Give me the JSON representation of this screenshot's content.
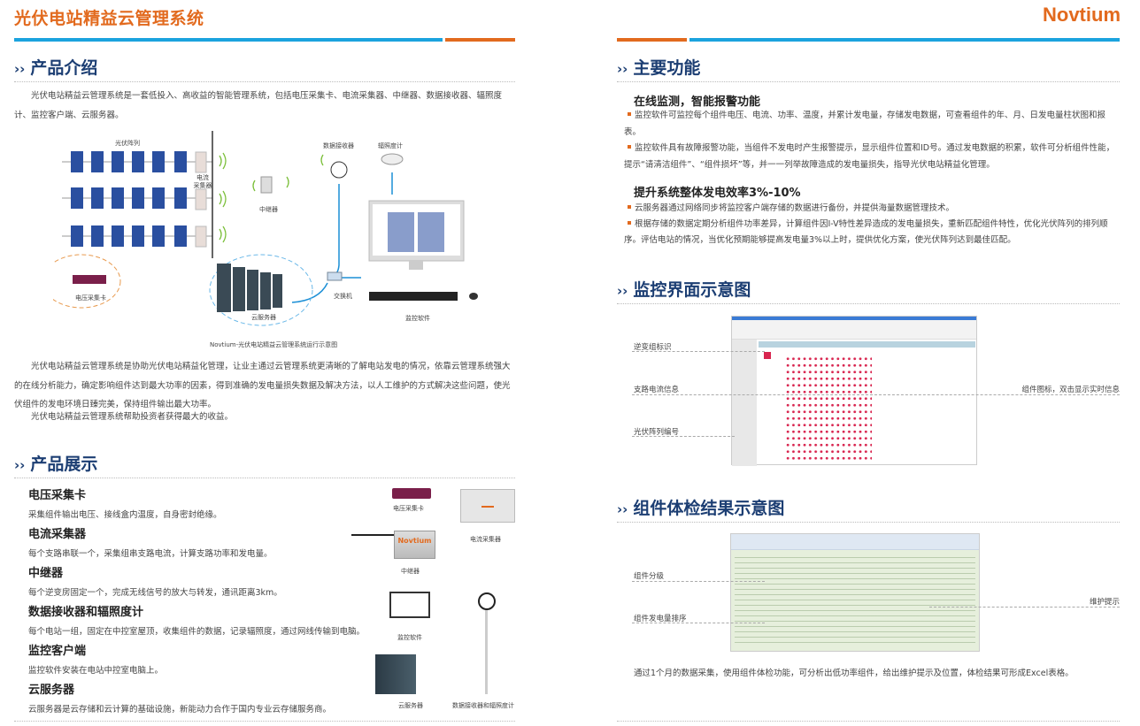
{
  "header": {
    "title": "光伏电站精益云管理系统",
    "logo": "Novtium"
  },
  "left": {
    "intro": {
      "heading": "产品介绍",
      "para1": "光伏电站精益云管理系统是一套低投入、高收益的智能管理系统，包括电压采集卡、电流采集器、中继器、数据接收器、辐照度计、监控客户端、云服务器。",
      "para2": "光伏电站精益云管理系统是协助光伏电站精益化管理，让业主通过云管理系统更清晰的了解电站发电的情况，依靠云管理系统强大的在线分析能力，确定影响组件达到最大功率的因素，得到准确的发电量损失数据及解决方法，以人工维护的方式解决这些问题，使光伏组件的发电环境日臻完美，保持组件输出最大功率。",
      "para3": "光伏电站精益云管理系统帮助投资者获得最大的收益。"
    },
    "diagram": {
      "pv_array": "光伏阵列",
      "current_collector": "电流\n采集器",
      "repeater": "中继器",
      "data_receiver": "数据接收器",
      "irradiance_meter": "辐照度计",
      "voltage_card": "电压采集卡",
      "cloud_server": "云服务器",
      "switch": "交换机",
      "monitor_software": "监控软件",
      "caption": "Novtium-光伏电站精益云管理系统运行示意图"
    },
    "showcase": {
      "heading": "产品展示",
      "items": [
        {
          "title": "电压采集卡",
          "desc": "采集组件输出电压、接线盒内温度，自身密封绝缘。"
        },
        {
          "title": "电流采集器",
          "desc": "每个支路串联一个，采集组串支路电流，计算支路功率和发电量。"
        },
        {
          "title": "中继器",
          "desc": "每个逆变房固定一个，完成无线信号的放大与转发，通讯距离3km。"
        },
        {
          "title": "数据接收器和辐照度计",
          "desc": "每个电站一组，固定在中控室屋顶，收集组件的数据，记录辐照度，通过网线传输到电脑。"
        },
        {
          "title": "监控客户端",
          "desc": "监控软件安装在电站中控室电脑上。"
        },
        {
          "title": "云服务器",
          "desc": "云服务器是云存储和云计算的基础设施，新能动力合作于国内专业云存储服务商。"
        }
      ],
      "images": {
        "voltage_card": "电压采集卡",
        "current_collector": "电流采集器",
        "repeater": "中继器",
        "repeater_brand": "Novtium",
        "monitor": "监控软件",
        "cloud": "云服务器",
        "receiver": "数据接收器和辐照度计"
      }
    }
  },
  "right": {
    "features": {
      "heading": "主要功能",
      "sub1": "在线监测，智能报警功能",
      "b1": "监控软件可监控每个组件电压、电流、功率、温度，并累计发电量，存储发电数据，可查看组件的年、月、日发电量柱状图和报表。",
      "b2": "监控软件具有故障报警功能，当组件不发电时产生报警提示，显示组件位置和ID号。通过发电数据的积累，软件可分析组件性能，提示“请清洁组件”、“组件损坏”等，并一一列举故障造成的发电量损失，指导光伏电站精益化管理。",
      "sub2": "提升系统整体发电效率3%-10%",
      "b3": "云服务器通过网络同步将监控客户端存储的数据进行备份，并提供海量数据管理技术。",
      "b4": "根据存储的数据定期分析组件功率差异，计算组件因I-V特性差异造成的发电量损失，重新匹配组件特性，优化光伏阵列的排列顺序。评估电站的情况，当优化预期能够提高发电量3%以上时，提供优化方案，使光伏阵列达到最佳匹配。"
    },
    "monitor": {
      "heading": "监控界面示意图",
      "l1": "逆变组标识",
      "l2": "支路电流信息",
      "l3": "光伏阵列编号",
      "r1": "组件图标，双击显示实时信息"
    },
    "report": {
      "heading": "组件体检结果示意图",
      "l1": "组件分级",
      "l2": "组件发电量排序",
      "r1": "维护提示",
      "text": "通过1个月的数据采集，使用组件体检功能，可分析出低功率组件，给出维护提示及位置，体检结果可形成Excel表格。"
    }
  },
  "colors": {
    "orange": "#e26a1e",
    "blue": "#1ba3de",
    "navy": "#1c3e73"
  }
}
